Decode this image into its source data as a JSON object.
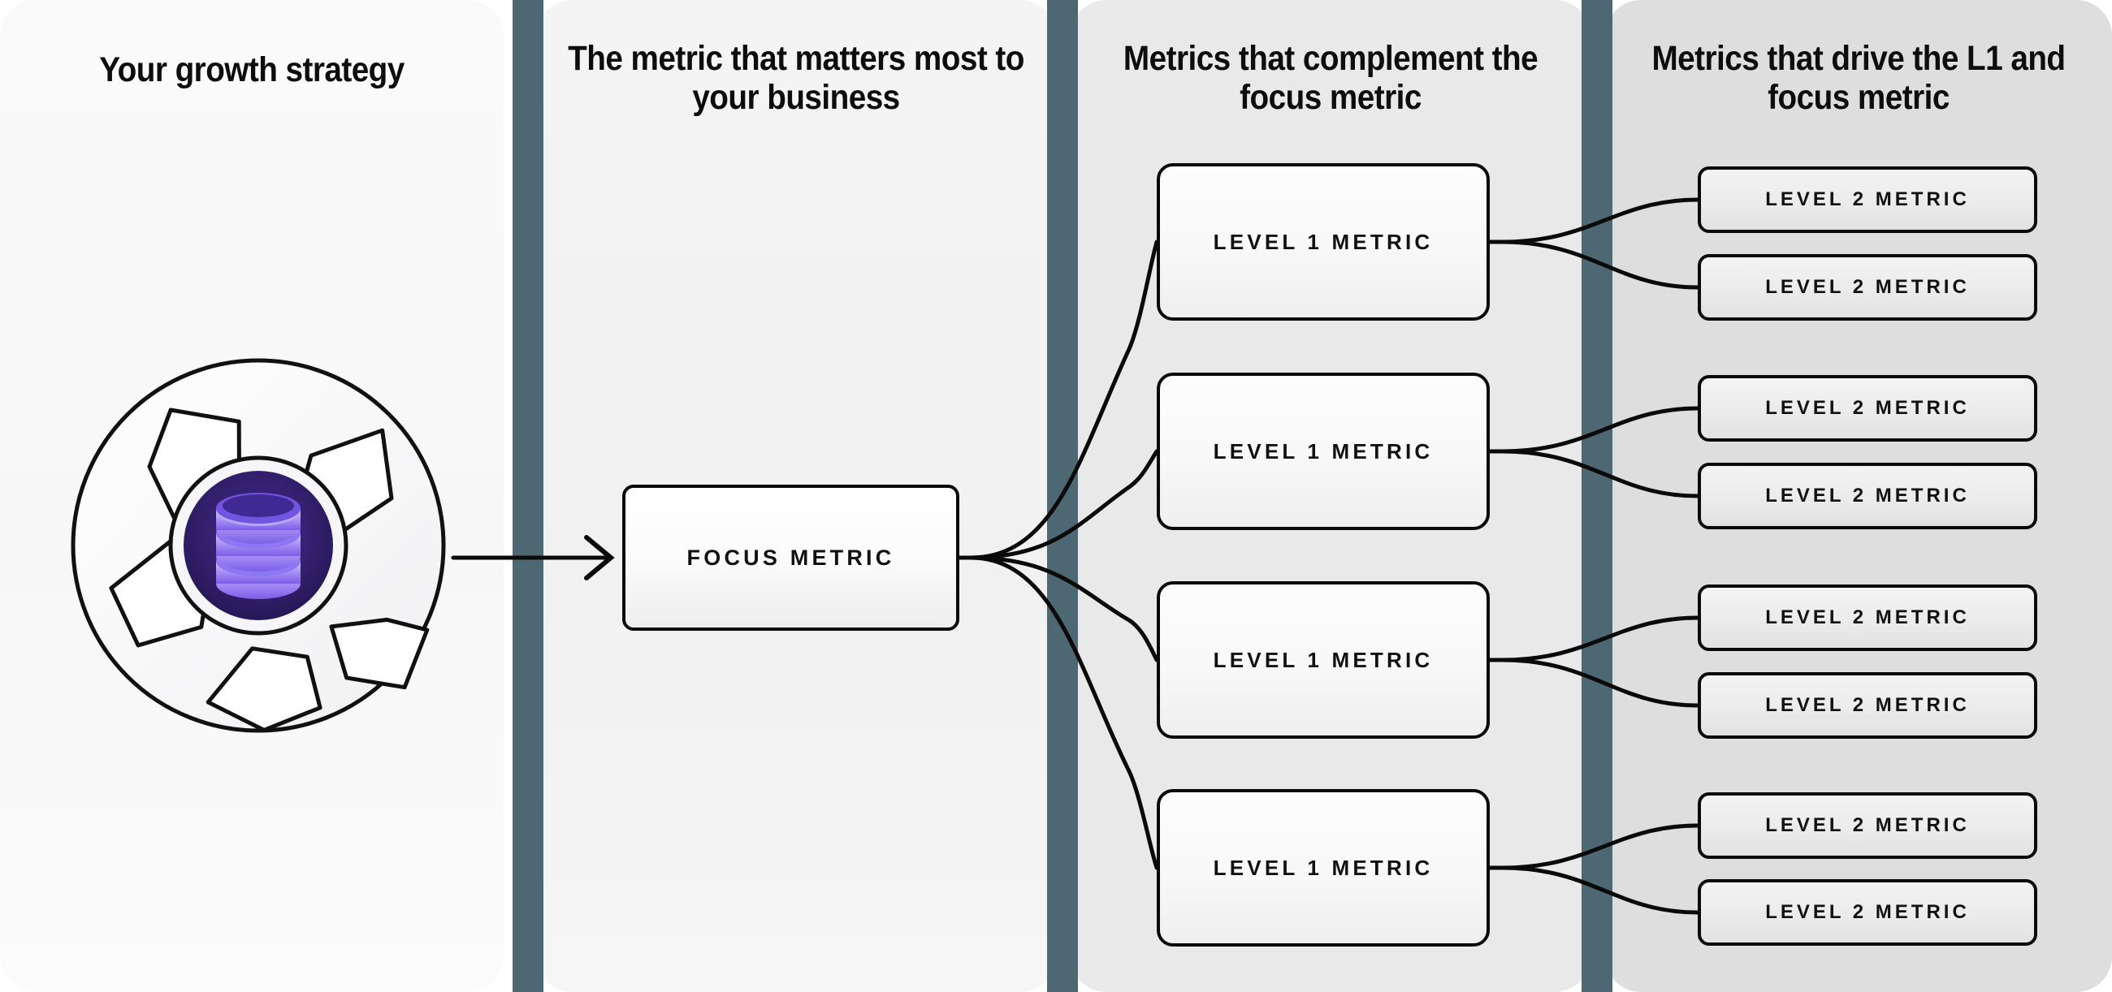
{
  "columns": [
    {
      "id": "growth-strategy",
      "title": "Your growth strategy"
    },
    {
      "id": "focus-metric",
      "title": "The metric that matters most to your business"
    },
    {
      "id": "level-1-metrics",
      "title": "Metrics that complement the focus metric"
    },
    {
      "id": "level-2-metrics",
      "title": "Metrics that drive the L1 and focus metric"
    }
  ],
  "logo": {
    "name": "database-aperture-logo",
    "icon": "database-icon",
    "ring_color": "#fafafa",
    "core_color": "#2b1d6e",
    "accent_color": "#8b72f0",
    "outline_color": "#111111"
  },
  "focus": {
    "label": "FOCUS METRIC"
  },
  "level1": [
    {
      "label": "LEVEL 1 METRIC"
    },
    {
      "label": "LEVEL 1 METRIC"
    },
    {
      "label": "LEVEL 1 METRIC"
    },
    {
      "label": "LEVEL 1 METRIC"
    }
  ],
  "level2": [
    {
      "label": "LEVEL 2 METRIC"
    },
    {
      "label": "LEVEL 2 METRIC"
    },
    {
      "label": "LEVEL 2 METRIC"
    },
    {
      "label": "LEVEL 2 METRIC"
    },
    {
      "label": "LEVEL 2 METRIC"
    },
    {
      "label": "LEVEL 2 METRIC"
    },
    {
      "label": "LEVEL 2 METRIC"
    },
    {
      "label": "LEVEL 2 METRIC"
    }
  ],
  "theme": {
    "divider_color": "#4d6872",
    "panel_1_bg": "#fafafa",
    "panel_2_bg": "#f3f3f3",
    "panel_3_bg": "#e9e9e9",
    "panel_4_bg": "#dedede",
    "line_color": "#0a0a0a",
    "text_color": "#0d0d0d"
  }
}
